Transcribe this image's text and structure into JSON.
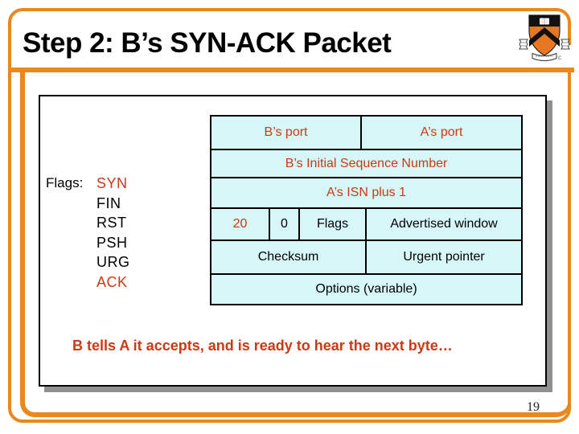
{
  "colors": {
    "accent": "#CC3914",
    "orange": "#E8891E",
    "cell-bg": "#D6F6F7",
    "shadow": "#919191",
    "logo-orange": "#E87722"
  },
  "slide": {
    "title": "Step 2: B’s SYN-ACK Packet",
    "page_number": "19",
    "footer_note": "B tells A it accepts, and is ready to hear the next byte…",
    "logo_mark": "c"
  },
  "flags_panel": {
    "label": "Flags:",
    "flags": [
      {
        "label": "SYN",
        "highlighted": true
      },
      {
        "label": "FIN",
        "highlighted": false
      },
      {
        "label": "RST",
        "highlighted": false
      },
      {
        "label": "PSH",
        "highlighted": false
      },
      {
        "label": "URG",
        "highlighted": false
      },
      {
        "label": "ACK",
        "highlighted": true
      }
    ]
  },
  "packet_table": {
    "rows": [
      {
        "cells": [
          {
            "text": "B’s port",
            "red": true
          },
          {
            "text": "A’s port",
            "red": true
          }
        ]
      },
      {
        "cells": [
          {
            "text": "B’s Initial Sequence Number",
            "red": true
          }
        ]
      },
      {
        "cells": [
          {
            "text": "A’s ISN plus 1",
            "red": true
          }
        ]
      },
      {
        "cells": [
          {
            "text": "20",
            "red": true
          },
          {
            "text": "0",
            "red": false
          },
          {
            "text": "Flags",
            "red": false
          },
          {
            "text": "Advertised window",
            "red": false
          }
        ]
      },
      {
        "cells": [
          {
            "text": "Checksum",
            "red": false
          },
          {
            "text": "Urgent pointer",
            "red": false
          }
        ]
      },
      {
        "cells": [
          {
            "text": "Options (variable)",
            "red": false
          }
        ]
      }
    ]
  }
}
